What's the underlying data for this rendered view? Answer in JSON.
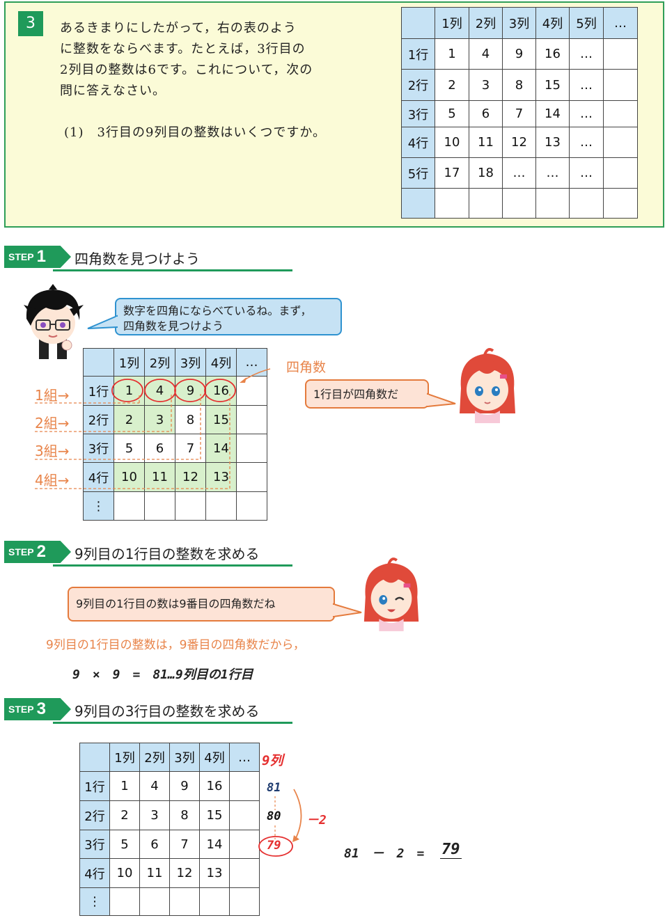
{
  "problem": {
    "number": "3",
    "text_lines": [
      "あるきまりにしたがって，右の表のよう",
      "に整数をならべます。たとえば，3行目の",
      "2列目の整数は6です。これについて，次の",
      "問に答えなさい。"
    ],
    "sub_question": "(1)　3行目の9列目の整数はいくつですか。",
    "table": {
      "col_headers": [
        "",
        "1列",
        "2列",
        "3列",
        "4列",
        "5列",
        "…"
      ],
      "rows": [
        [
          "1行",
          "1",
          "4",
          "9",
          "16",
          "…",
          ""
        ],
        [
          "2行",
          "2",
          "3",
          "8",
          "15",
          "…",
          ""
        ],
        [
          "3行",
          "5",
          "6",
          "7",
          "14",
          "…",
          ""
        ],
        [
          "4行",
          "10",
          "11",
          "12",
          "13",
          "…",
          ""
        ],
        [
          "5行",
          "17",
          "18",
          "…",
          "…",
          "…",
          ""
        ],
        [
          "",
          "",
          "",
          "",
          "",
          "",
          ""
        ]
      ]
    }
  },
  "step1": {
    "label": "STEP",
    "number": "1",
    "title": "四角数を見つけよう",
    "bubble_boy_line1": "数字を四角にならべているね。まず，",
    "bubble_boy_line2": "四角数を見つけよう",
    "bubble_girl": "1行目が四角数だ",
    "annotation_square": "四角数",
    "groups": [
      "1組→",
      "2組→",
      "3組→",
      "4組→"
    ],
    "table": {
      "col_headers": [
        "",
        "1列",
        "2列",
        "3列",
        "4列",
        "…"
      ],
      "rows": [
        [
          "1行",
          "1",
          "4",
          "9",
          "16",
          ""
        ],
        [
          "2行",
          "2",
          "3",
          "8",
          "15",
          ""
        ],
        [
          "3行",
          "5",
          "6",
          "7",
          "14",
          ""
        ],
        [
          "4行",
          "10",
          "11",
          "12",
          "13",
          ""
        ],
        [
          "⋮",
          "",
          "",
          "",
          "",
          ""
        ]
      ]
    }
  },
  "step2": {
    "label": "STEP",
    "number": "2",
    "title": "9列目の1行目の整数を求める",
    "bubble_girl": "9列目の1行目の数は9番目の四角数だね",
    "explanation": "9列目の1行目の整数は，9番目の四角数だから，",
    "formula": "9　×　9　=　81…9列目の1行目"
  },
  "step3": {
    "label": "STEP",
    "number": "3",
    "title": "9列目の3行目の整数を求める",
    "col9_label": "9列",
    "col9_values": [
      "81",
      "80",
      "79"
    ],
    "minus_label": "－2",
    "final_formula_prefix": "81　－　2　=",
    "final_answer": "79",
    "table": {
      "col_headers": [
        "",
        "1列",
        "2列",
        "3列",
        "4列",
        "…"
      ],
      "rows": [
        [
          "1行",
          "1",
          "4",
          "9",
          "16",
          ""
        ],
        [
          "2行",
          "2",
          "3",
          "8",
          "15",
          ""
        ],
        [
          "3行",
          "5",
          "6",
          "7",
          "14",
          ""
        ],
        [
          "4行",
          "10",
          "11",
          "12",
          "13",
          ""
        ],
        [
          "⋮",
          "",
          "",
          "",
          "",
          ""
        ]
      ]
    }
  },
  "colors": {
    "green": "#1f9a5a",
    "header_blue": "#c6e2f4",
    "cell_green": "#d8f0cc",
    "orange": "#e8844a",
    "red": "#e53030"
  }
}
